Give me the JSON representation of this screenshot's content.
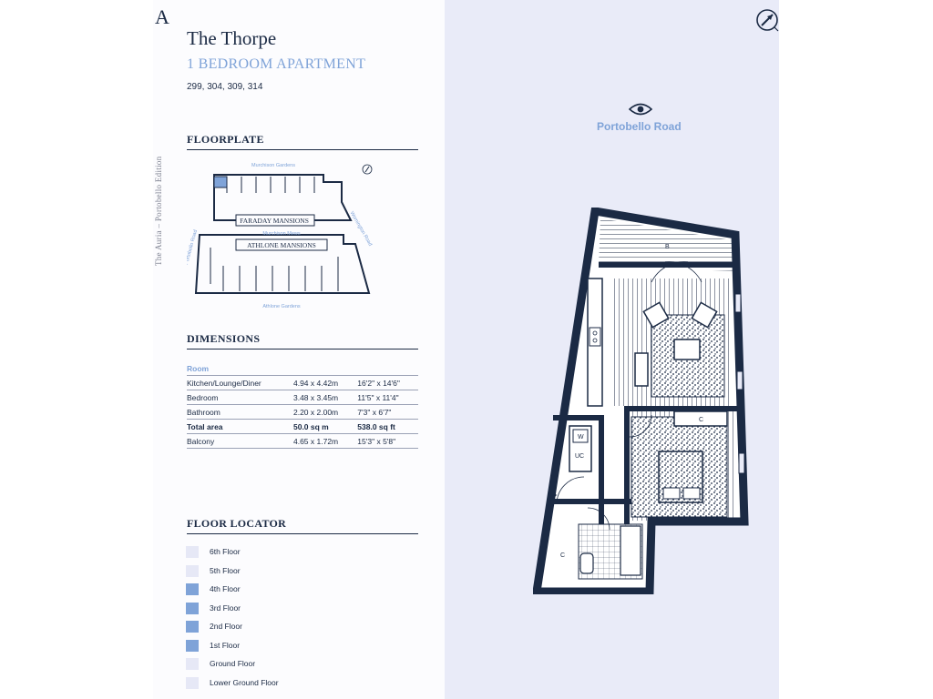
{
  "brand_initial": "A",
  "edition": "The Auria – Portobello Edition",
  "title": "The Thorpe",
  "subtitle": "1 BEDROOM APARTMENT",
  "units": "299, 304, 309, 314",
  "sections": {
    "floorplate": "FLOORPLATE",
    "dimensions": "DIMENSIONS",
    "floor_locator": "FLOOR LOCATOR"
  },
  "floorplate_map": {
    "street_top": "Murchison Gardens",
    "street_left": "Portobello Road",
    "street_right": "Wornington Road",
    "street_middle": "Murchison Mews",
    "street_bottom": "Athlone Gardens",
    "building_1": "FARADAY MANSIONS",
    "building_2": "ATHLONE MANSIONS"
  },
  "dimensions": {
    "header": "Room",
    "rows": [
      {
        "room": "Kitchen/Lounge/Diner",
        "metric": "4.94 x 4.42m",
        "imperial": "16'2\" x 14'6\"",
        "total": false
      },
      {
        "room": "Bedroom",
        "metric": "3.48 x 3.45m",
        "imperial": "11'5\" x 11'4\"",
        "total": false
      },
      {
        "room": "Bathroom",
        "metric": "2.20 x 2.00m",
        "imperial": "7'3\" x 6'7\"",
        "total": false
      },
      {
        "room": "Total area",
        "metric": "50.0 sq m",
        "imperial": "538.0 sq ft",
        "total": true
      },
      {
        "room": "Balcony",
        "metric": "4.65 x 1.72m",
        "imperial": "15'3\" x 5'8\"",
        "total": false
      }
    ]
  },
  "floors": [
    {
      "label": "6th Floor",
      "highlighted": false
    },
    {
      "label": "5th Floor",
      "highlighted": false
    },
    {
      "label": "4th Floor",
      "highlighted": true
    },
    {
      "label": "3rd Floor",
      "highlighted": true
    },
    {
      "label": "2nd Floor",
      "highlighted": true
    },
    {
      "label": "1st Floor",
      "highlighted": true
    },
    {
      "label": "Ground Floor",
      "highlighted": false
    },
    {
      "label": "Lower Ground Floor",
      "highlighted": false
    }
  ],
  "colors": {
    "navy": "#1b2a44",
    "accent_blue": "#7fa3d8",
    "swatch_on": "#7fa3d8",
    "swatch_off": "#e6e8f6",
    "plan_background": "#e9ebf8"
  },
  "plan": {
    "orientation_label": "Portobello Road",
    "labels": {
      "wardrobe": "C",
      "store": "C",
      "washer": "W",
      "utility": "UC",
      "balcony_mark": "B"
    },
    "icons": [
      "compass-icon",
      "eye-icon"
    ]
  }
}
